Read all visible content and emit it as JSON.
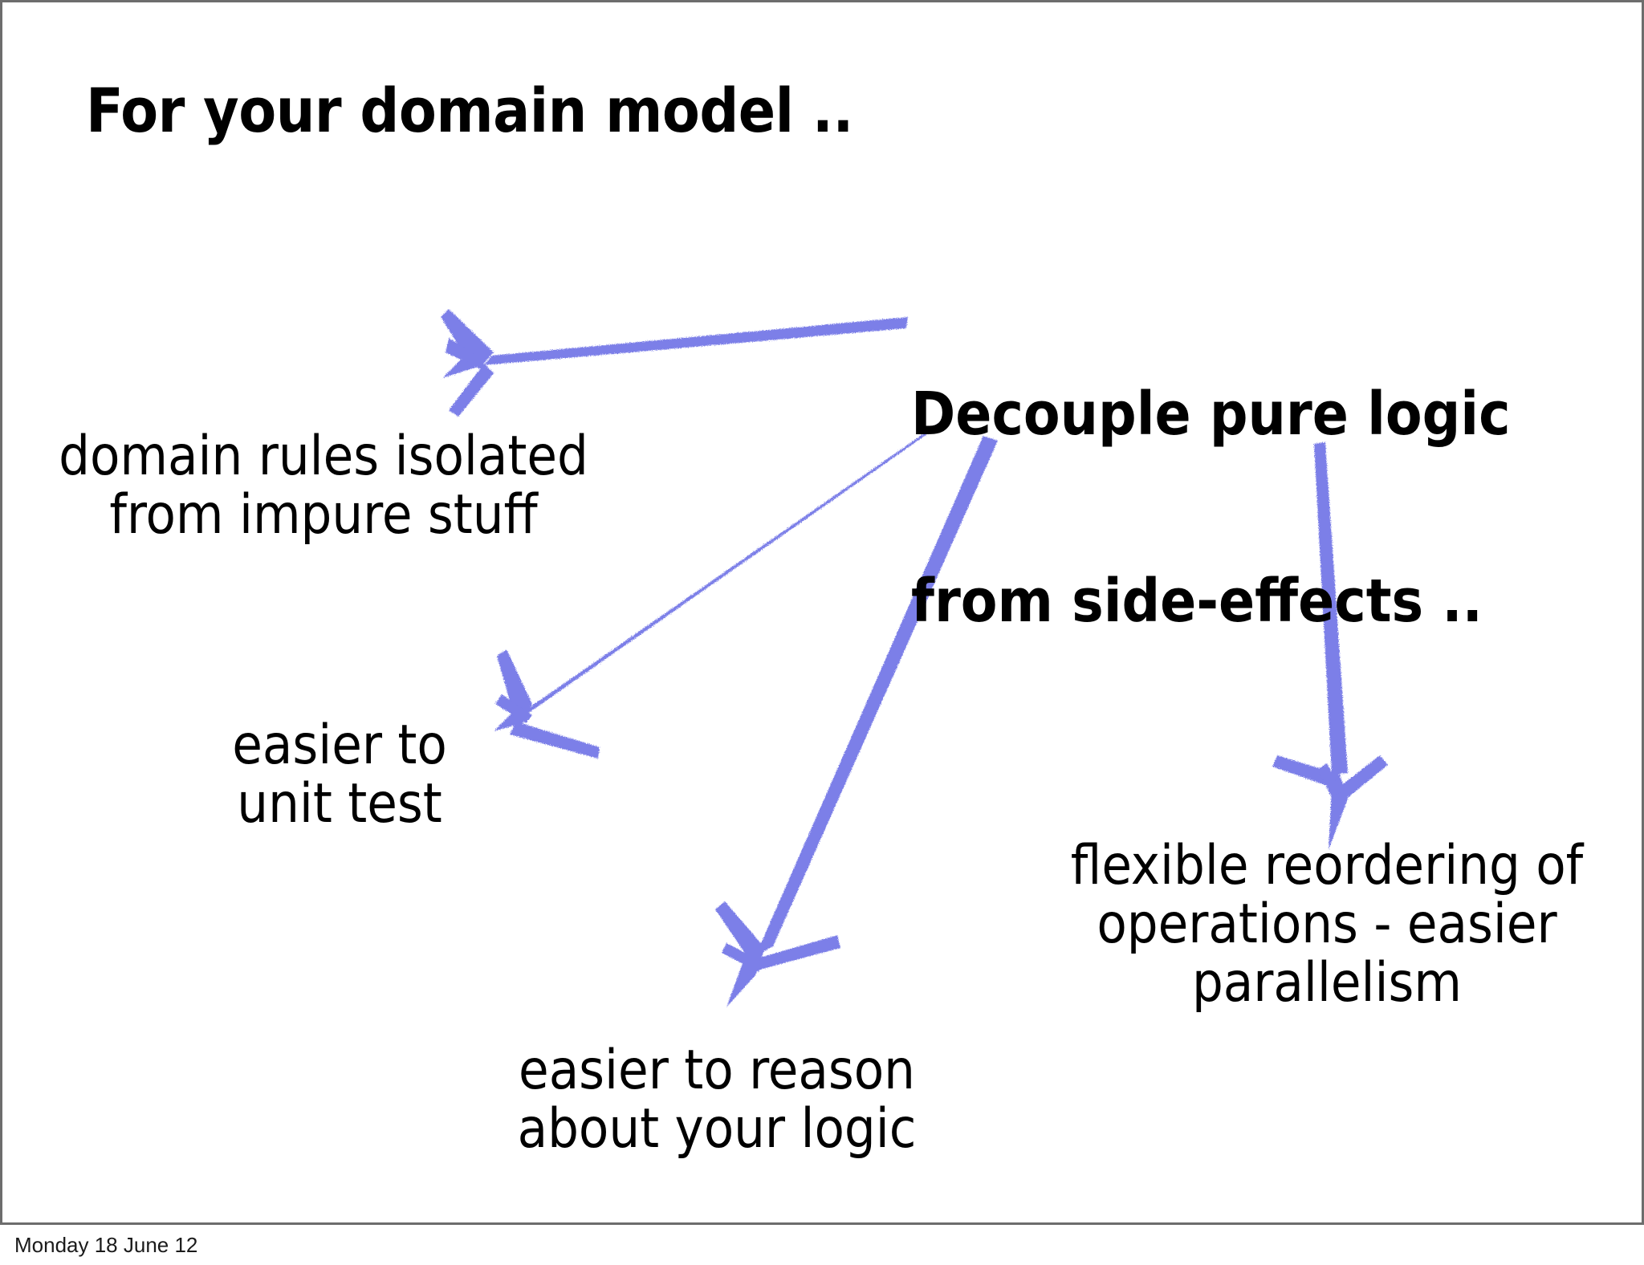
{
  "slide": {
    "title": "For your domain model ..",
    "background_color": "#ffffff",
    "text_color": "#000000",
    "accent_color": "#7b7fe8"
  },
  "headline": {
    "line1": "Decouple pure logic",
    "line2": "from side-effects ..",
    "full": "Decouple pure logic from side-effects .."
  },
  "labels": {
    "domain_rules": "domain rules isolated\nfrom impure stuff",
    "unit_test": "easier to\nunit test",
    "reason": "easier to reason\nabout your logic",
    "parallelism": "flexible reordering of\noperations - easier\nparallelism"
  },
  "arrows": [
    {
      "name": "arrow-to-domain-rules",
      "from": "headline",
      "to": "domain rules isolated from impure stuff",
      "direction": "left",
      "color": "#7b7fe8"
    },
    {
      "name": "arrow-to-unit-test",
      "from": "headline",
      "to": "easier to unit test",
      "direction": "down-left",
      "color": "#7b7fe8"
    },
    {
      "name": "arrow-to-reason",
      "from": "headline",
      "to": "easier to reason about your logic",
      "direction": "down-left-steep",
      "color": "#7b7fe8"
    },
    {
      "name": "arrow-to-parallelism",
      "from": "headline",
      "to": "flexible reordering of operations - easier parallelism",
      "direction": "down",
      "color": "#7b7fe8"
    }
  ],
  "footer": {
    "date": "Monday 18 June 12"
  }
}
